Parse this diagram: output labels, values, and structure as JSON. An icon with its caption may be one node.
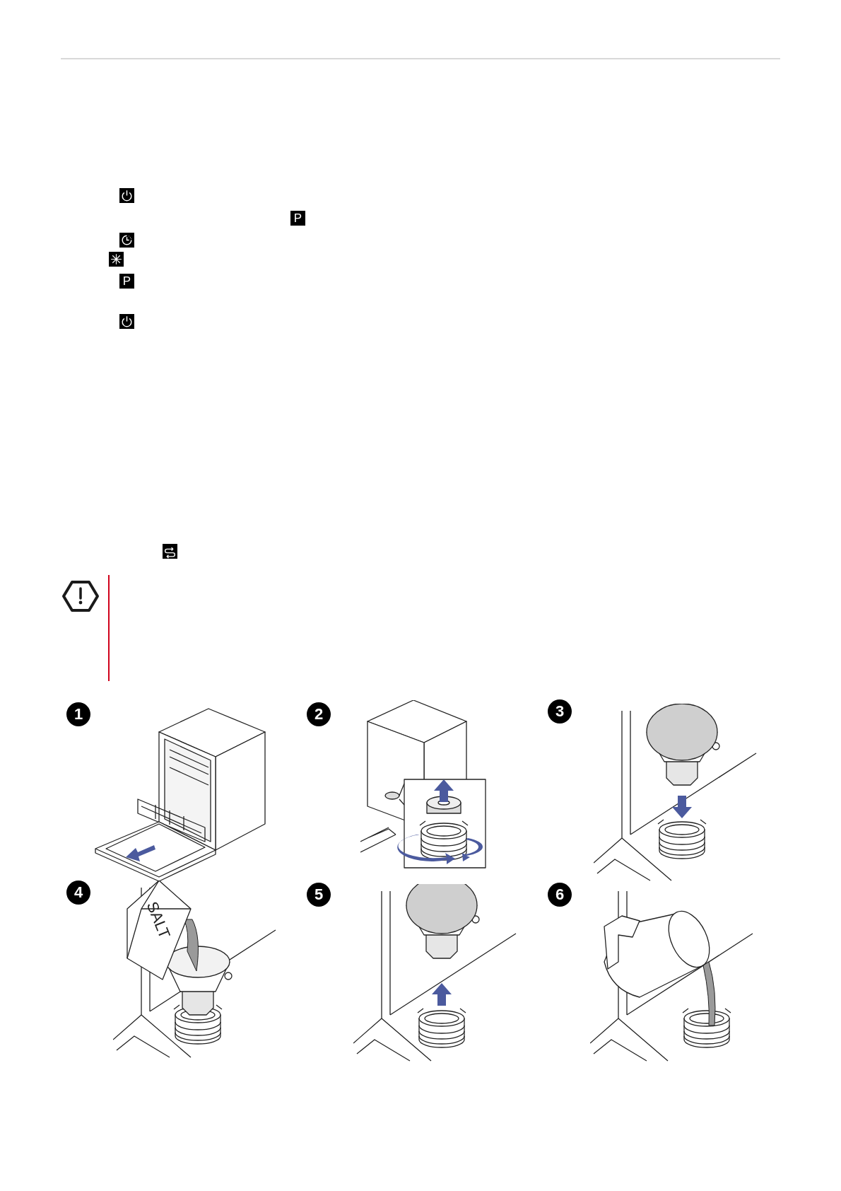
{
  "diagram": {
    "labels": [
      "P",
      "P",
      "1",
      "2",
      "3",
      "4",
      "SALT",
      "5",
      "6"
    ]
  }
}
